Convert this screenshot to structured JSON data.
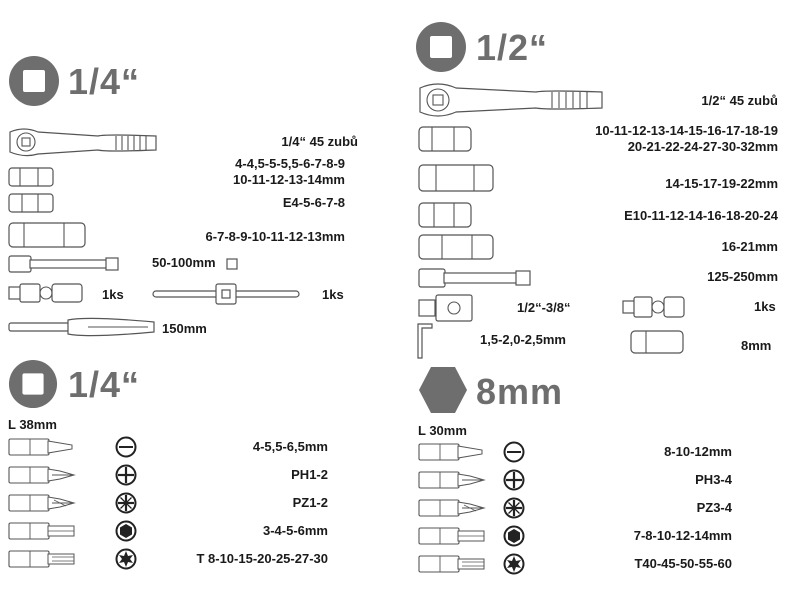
{
  "left_top": {
    "header": "1/4“",
    "labels": [
      "1/4“ 45 zubů",
      "4-4,5-5-5,5-6-7-8-9",
      "10-11-12-13-14mm",
      "E4-5-6-7-8",
      "6-7-8-9-10-11-12-13mm",
      "50-100mm",
      "1ks",
      "1ks",
      "150mm"
    ]
  },
  "right_top": {
    "header": "1/2“",
    "labels": [
      "1/2“ 45 zubů",
      "10-11-12-13-14-15-16-17-18-19",
      "20-21-22-24-27-30-32mm",
      "14-15-17-19-22mm",
      "E10-11-12-14-16-18-20-24",
      "16-21mm",
      "125-250mm",
      "1/2“-3/8“",
      "1ks",
      "1,5-2,0-2,5mm",
      "8mm"
    ]
  },
  "left_bits": {
    "header": "1/4“",
    "sub": "L 38mm",
    "rows": [
      {
        "label": "4-5,5-6,5mm",
        "icon": "slotted-icon"
      },
      {
        "label": "PH1-2",
        "icon": "phillips-icon"
      },
      {
        "label": "PZ1-2",
        "icon": "pozidriv-icon"
      },
      {
        "label": "3-4-5-6mm",
        "icon": "hex-icon"
      },
      {
        "label": "T 8-10-15-20-25-27-30",
        "icon": "torx-icon"
      }
    ]
  },
  "right_bits": {
    "header": "8mm",
    "sub": "L 30mm",
    "rows": [
      {
        "label": "8-10-12mm",
        "icon": "slotted-icon"
      },
      {
        "label": "PH3-4",
        "icon": "phillips-icon"
      },
      {
        "label": "PZ3-4",
        "icon": "pozidriv-icon"
      },
      {
        "label": "7-8-10-12-14mm",
        "icon": "hex-icon"
      },
      {
        "label": "T40-45-50-55-60",
        "icon": "torx-icon"
      }
    ]
  },
  "colors": {
    "accent_gray": "#6e6e6e",
    "line": "#555555",
    "text": "#1a1a1a"
  }
}
